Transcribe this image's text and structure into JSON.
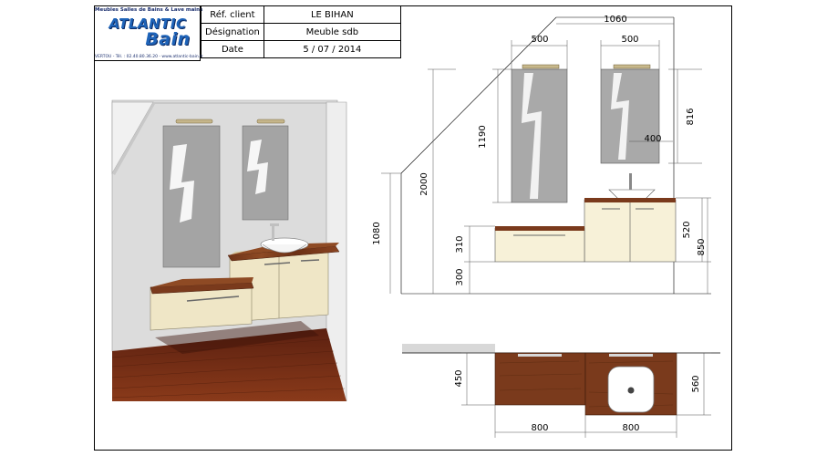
{
  "logo": {
    "tagline": "Meubles Salles de Bains & Lave mains",
    "brand_line1": "ATLANTIC",
    "brand_line2": "Bain",
    "contact": "VERTOU - Tél. : 02.40.80.36.20 - www.atlantic-bain.fr"
  },
  "info": {
    "client_label": "Réf. client",
    "client_value": "LE BIHAN",
    "designation_label": "Désignation",
    "designation_value": "Meuble sdb",
    "date_label": "Date",
    "date_value": "5 / 07 / 2014"
  },
  "dimensions": {
    "total_width": "1060",
    "mirror_width_left": "500",
    "mirror_width_right": "500",
    "mirror_height_left": "1190",
    "mirror_height_right": "816",
    "sink_offset": "400",
    "ceiling_height": "2000",
    "mirror_bottom_height": "1080",
    "low_unit_height": "310",
    "floor_clearance": "300",
    "tall_unit_height": "520",
    "tall_unit_top": "850",
    "depth_low": "450",
    "depth_high": "560",
    "width_low": "800",
    "width_high": "800"
  },
  "colors": {
    "wood": "#7a3a1c",
    "cabinet": "#f5eed2",
    "mirror": "#a9a9a9",
    "wall": "#e4e4e4",
    "floor": "#6e2a12"
  }
}
